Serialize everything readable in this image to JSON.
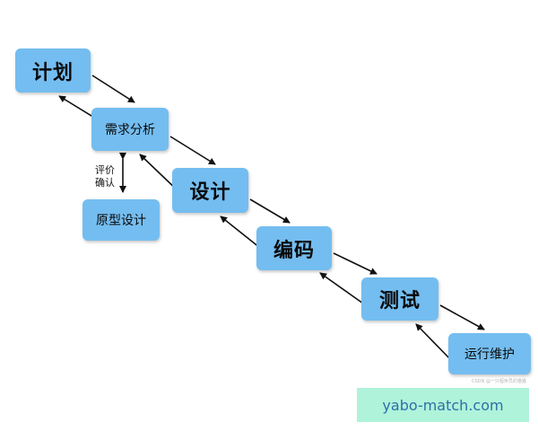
{
  "diagram": {
    "nodes": {
      "plan": "计划",
      "requirements": "需求分析",
      "prototype": "原型设计",
      "design": "设计",
      "coding": "编码",
      "testing": "测试",
      "operations": "运行维护"
    },
    "confirm_label": {
      "line1": "评价",
      "line2": "确认"
    },
    "colors": {
      "node_fill": "#74bdf0",
      "arrow": "#111111",
      "footer_fill": "#aef3da",
      "footer_text": "#2f6fa8"
    }
  },
  "watermark": {
    "small_text": "CSDN @一只程序员的猫猫"
  },
  "footer": {
    "text": "yabo-match.com"
  }
}
